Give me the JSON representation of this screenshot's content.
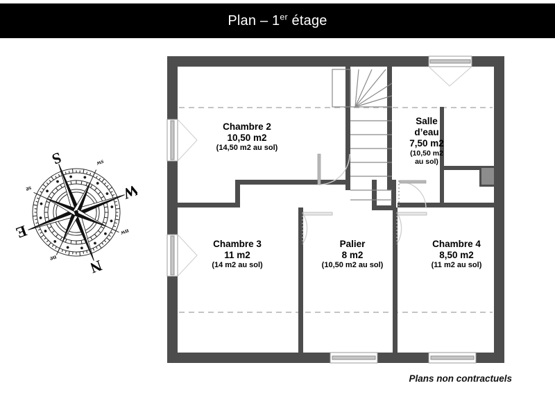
{
  "title": {
    "prefix": "Plan – 1",
    "superscript": "er",
    "suffix": " étage"
  },
  "footer": {
    "note": "Plans non contractuels"
  },
  "colors": {
    "title_bar_background": "#000000",
    "title_text": "#ffffff",
    "wall": "#4d4d4d",
    "partition": "#4d4d4d",
    "roof_slope_dash": "#a9a9a9",
    "door_swing": "#c9c9c9",
    "stair_line": "#7a7a7a",
    "page_background": "#ffffff"
  },
  "compass": {
    "name": "compass-rose",
    "labels": {
      "north": "N",
      "south": "S",
      "east": "E",
      "west": "W"
    },
    "minor_labels": [
      "se",
      "sw",
      "ne",
      "nw"
    ],
    "rotation_degrees": 160
  },
  "rooms": [
    {
      "id": "chambre2",
      "name": "Chambre 2",
      "area": "10,50 m2",
      "floor_area": "(14,50 m2 au sol)"
    },
    {
      "id": "salledeau",
      "name_line1": "Salle",
      "name_line2": "d’eau",
      "area": "7,50 m2",
      "floor_area_line1": "(10,50 m2",
      "floor_area_line2": "au sol)"
    },
    {
      "id": "chambre3",
      "name": "Chambre 3",
      "area": "11 m2",
      "floor_area": "(14 m2 au sol)"
    },
    {
      "id": "palier",
      "name": "Palier",
      "area": "8 m2",
      "floor_area": "(10,50 m2 au sol)"
    },
    {
      "id": "chambre4",
      "name": "Chambre 4",
      "area": "8,50 m2",
      "floor_area": "(11 m2 au sol)"
    }
  ]
}
